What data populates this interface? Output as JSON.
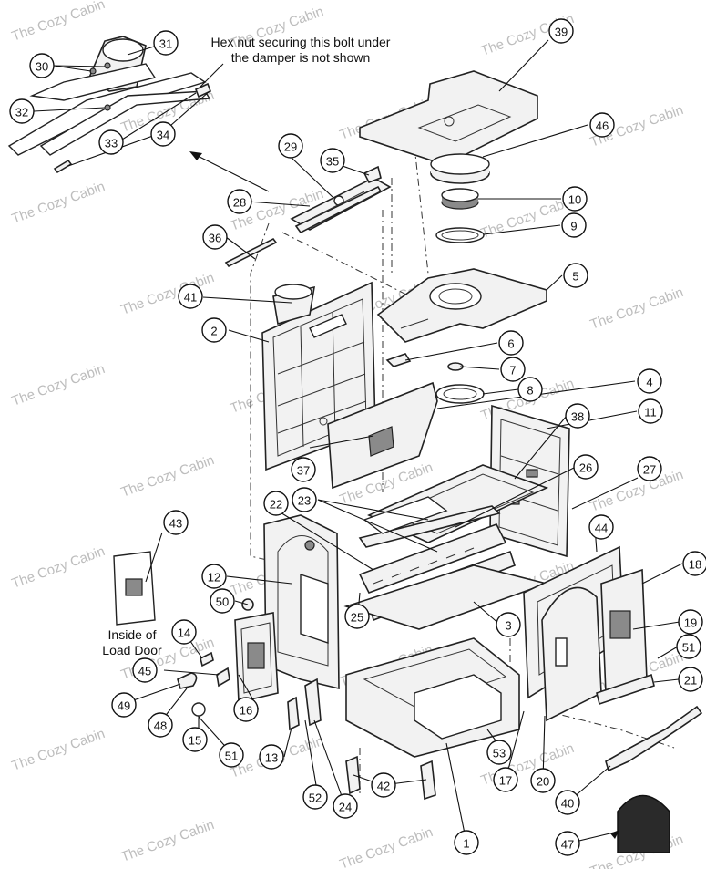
{
  "watermark": "The Cozy Cabin",
  "notes": {
    "hex_nut_line1": "Hex nut securing this bolt under",
    "hex_nut_line2": "the damper is not shown",
    "load_door_line1": "Inside of",
    "load_door_line2": "Load Door"
  },
  "callouts": [
    "1",
    "2",
    "3",
    "4",
    "5",
    "6",
    "7",
    "8",
    "9",
    "10",
    "11",
    "12",
    "13",
    "14",
    "15",
    "16",
    "17",
    "18",
    "19",
    "20",
    "21",
    "22",
    "23",
    "24",
    "25",
    "26",
    "27",
    "28",
    "29",
    "30",
    "31",
    "32",
    "33",
    "34",
    "35",
    "36",
    "37",
    "38",
    "39",
    "40",
    "41",
    "42",
    "43",
    "44",
    "45",
    "46",
    "47",
    "48",
    "49",
    "50",
    "51",
    "52",
    "53"
  ]
}
